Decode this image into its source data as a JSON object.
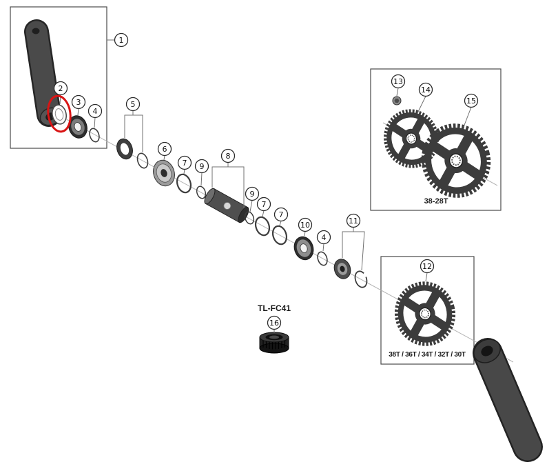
{
  "figure": {
    "kind": "crankset-exploded-parts-diagram",
    "callouts": {
      "n1": "1",
      "n2": "2",
      "n3": "3",
      "n4a": "4",
      "n5": "5",
      "n6": "6",
      "n7a": "7",
      "n9a": "9",
      "n8": "8",
      "n9b": "9",
      "n7b": "7",
      "n7c": "7",
      "n10": "10",
      "n4b": "4",
      "n11": "11",
      "n12": "12",
      "n13": "13",
      "n14": "14",
      "n15": "15",
      "n16": "16"
    },
    "labels": {
      "tool_model": "TL-FC41",
      "double_chainring_teeth": "38-28T",
      "single_chainring_teeth": "38T / 36T / 34T / 32T / 30T"
    },
    "highlight": {
      "part_number": "2",
      "color": "#d91414"
    }
  }
}
